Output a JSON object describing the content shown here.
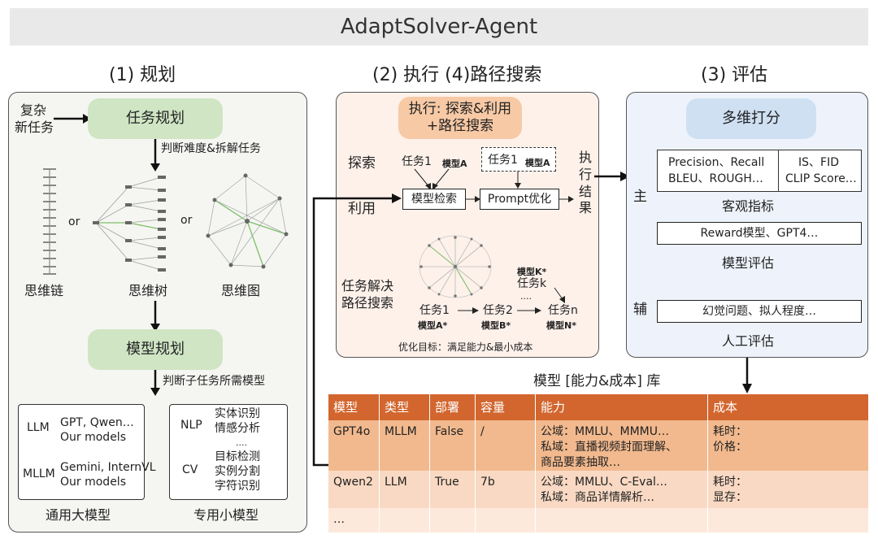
{
  "title": "AdaptSolver-Agent",
  "sections": {
    "planning": "(1) 规划",
    "execution": "(2) 执行 (4)路径搜索",
    "evaluation": "(3) 评估"
  },
  "planning": {
    "input_line1": "复杂",
    "input_line2": "新任务",
    "task_planning": "任务规划",
    "arrow_label_1": "判断难度&拆解任务",
    "or1": "or",
    "or2": "or",
    "cot": "思维链",
    "tot": "思维树",
    "got": "思维图",
    "model_planning": "模型规划",
    "arrow_label_2": "判断子任务所需模型",
    "general": {
      "llm_tag": "LLM",
      "llm_line1": "GPT, Qwen…",
      "llm_line2": "Our models",
      "mllm_tag": "MLLM",
      "mllm_line1": "Gemini, InternVL",
      "mllm_line2": "Our models",
      "caption": "通用大模型"
    },
    "special": {
      "nlp_tag": "NLP",
      "nlp_line1": "实体识别",
      "nlp_line2": "情感分析",
      "dots": "....",
      "cv_tag": "CV",
      "cv_line1": "目标检测",
      "cv_line2": "实例分割",
      "cv_line3": "字符识别",
      "caption": "专用小模型"
    }
  },
  "execution": {
    "header_line1": "执行: 探索&利用",
    "header_line2": "+路径搜索",
    "explore": "探索",
    "exploit": "利用",
    "task1_a": "任务1",
    "model_a": "模型A",
    "model_retrieval": "模型检索",
    "task1_b": "任务1",
    "model_a_b": "模型A",
    "prompt_opt": "Prompt优化",
    "result_line1": "执",
    "result_line2": "行",
    "result_line3": "结",
    "result_line4": "果",
    "path_search_line1": "任务解决",
    "path_search_line2": "路径搜索",
    "path_task1": "任务1",
    "path_model_a": "模型A*",
    "path_task2": "任务2",
    "path_model_b": "模型B*",
    "path_model_k": "模型K*",
    "path_task_k": "任务k",
    "path_dots": "....",
    "path_task_n": "任务n",
    "path_model_n": "模型N*",
    "goal": "优化目标：满足能力&最小成本"
  },
  "evaluation": {
    "multi_score": "多维打分",
    "main": "主",
    "aux": "辅",
    "metrics_left_line1": "Precision、Recall",
    "metrics_left_line2": "BLEU、ROUGH…",
    "metrics_right_line1": "IS、FID",
    "metrics_right_line2": "CLIP Score…",
    "objective": "客观指标",
    "reward": "Reward模型、GPT4…",
    "model_eval": "模型评估",
    "hallucination": "幻觉问题、拟人程度…",
    "human_eval": "人工评估"
  },
  "knowledge_base": {
    "title": "模型 [能力&成本] 库",
    "columns": [
      "模型",
      "类型",
      "部署",
      "容量",
      "能力",
      "成本"
    ],
    "rows": [
      {
        "model": "GPT4o",
        "type": "MLLM",
        "deploy": "False",
        "capacity": "/",
        "ability_line1": "公域：MMLU、MMMU…",
        "ability_line2": "私域：直播视频封面理解、",
        "ability_line3": "商品要素抽取…",
        "cost_line1": "耗时：",
        "cost_line2": "价格："
      },
      {
        "model": "Qwen2",
        "type": "LLM",
        "deploy": "True",
        "capacity": "7b",
        "ability_line1": "公域：MMLU、C-Eval…",
        "ability_line2": "私域：商品详情解析…",
        "cost_line1": "耗时：",
        "cost_line2": "显存："
      },
      {
        "model": "…"
      }
    ]
  },
  "colors": {
    "green_pill": "#cfe5c4",
    "orange_pill": "#f7c9a5",
    "blue_pill": "#cfe0f3",
    "exec_bg": "#fdf1ea",
    "eval_bg": "#eef3fb",
    "plan_bg": "#f5f6f2",
    "table_header": "#d2662e"
  }
}
